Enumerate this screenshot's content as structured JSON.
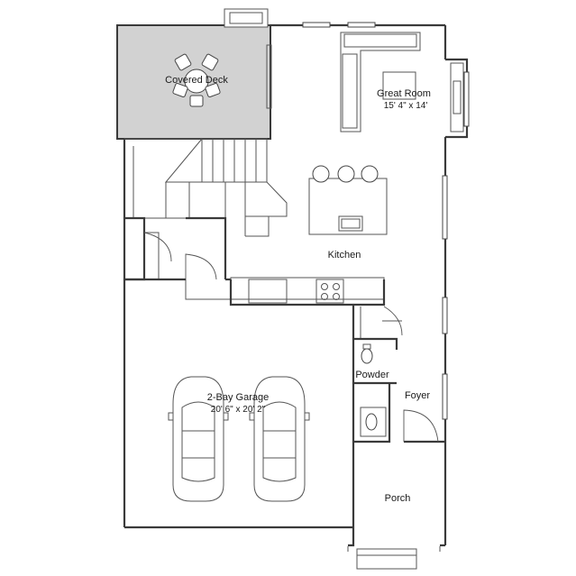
{
  "rooms": {
    "covered_deck": {
      "label": "Covered Deck"
    },
    "great_room": {
      "label": "Great Room",
      "dimensions": "15' 4\" x 14'"
    },
    "kitchen": {
      "label": "Kitchen"
    },
    "garage": {
      "label": "2-Bay Garage",
      "dimensions": "20' 6\" x 20' 2\""
    },
    "powder": {
      "label": "Powder"
    },
    "foyer": {
      "label": "Foyer"
    },
    "porch": {
      "label": "Porch"
    }
  }
}
